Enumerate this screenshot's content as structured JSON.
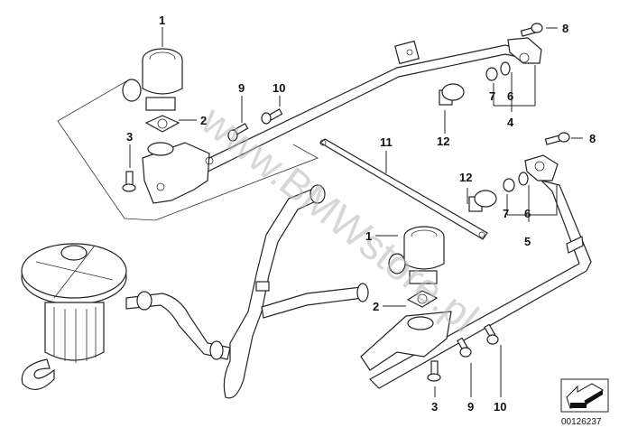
{
  "diagram": {
    "title": "Secondary air pump / check valve assembly",
    "watermark": "www.BMWstore.pl",
    "reference_number": "00126237",
    "callouts": [
      {
        "id": "c1a",
        "label": "1"
      },
      {
        "id": "c2a",
        "label": "2"
      },
      {
        "id": "c3a",
        "label": "3"
      },
      {
        "id": "c9a",
        "label": "9"
      },
      {
        "id": "c10a",
        "label": "10"
      },
      {
        "id": "c8a",
        "label": "8"
      },
      {
        "id": "c7a",
        "label": "7"
      },
      {
        "id": "c6a",
        "label": "6"
      },
      {
        "id": "c4",
        "label": "4"
      },
      {
        "id": "c12a",
        "label": "12"
      },
      {
        "id": "c11",
        "label": "11"
      },
      {
        "id": "c8b",
        "label": "8"
      },
      {
        "id": "c12b",
        "label": "12"
      },
      {
        "id": "c7b",
        "label": "7"
      },
      {
        "id": "c6b",
        "label": "6"
      },
      {
        "id": "c5",
        "label": "5"
      },
      {
        "id": "c1b",
        "label": "1"
      },
      {
        "id": "c2b",
        "label": "2"
      },
      {
        "id": "c3b",
        "label": "3"
      },
      {
        "id": "c9b",
        "label": "9"
      },
      {
        "id": "c10b",
        "label": "10"
      }
    ]
  }
}
